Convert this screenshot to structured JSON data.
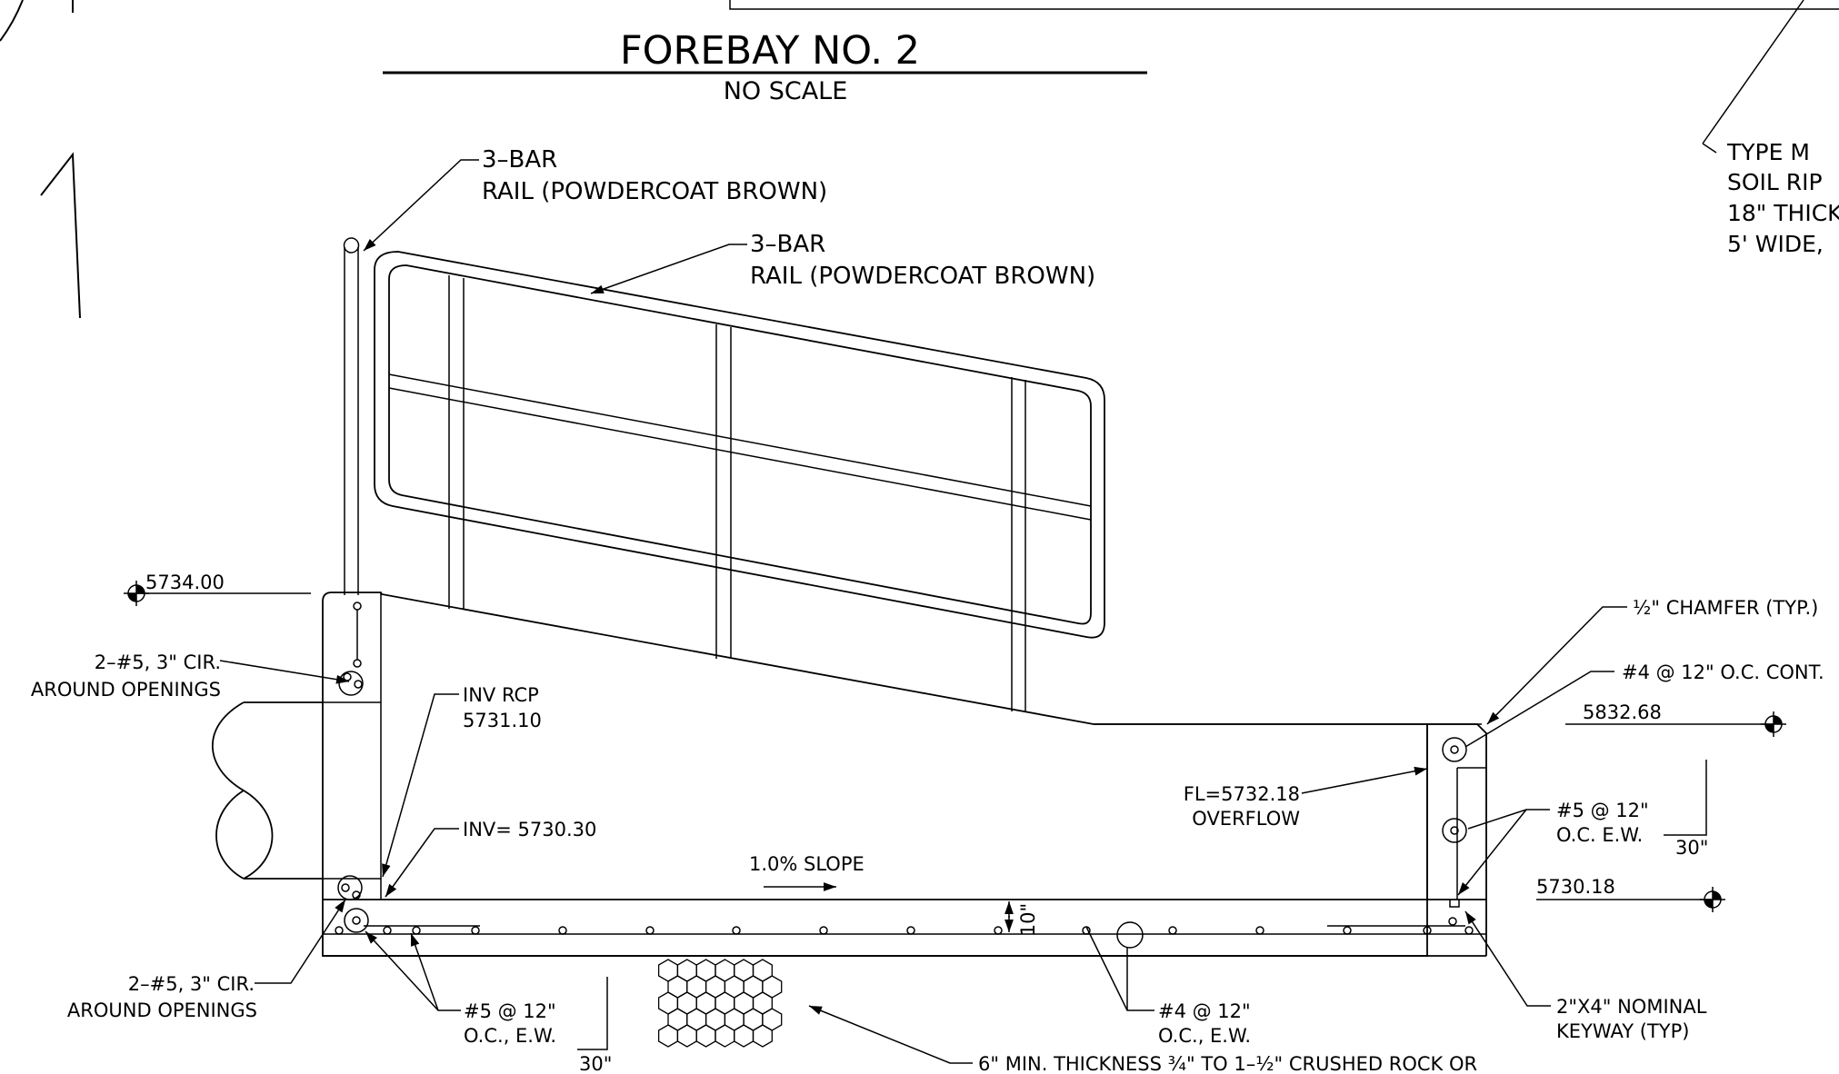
{
  "title": "FOREBAY NO. 2",
  "subtitle": "NO SCALE",
  "callouts": {
    "rail_1": [
      "3–BAR",
      "RAIL (POWDERCOAT BROWN)"
    ],
    "rail_2": [
      "3–BAR",
      "RAIL (POWDERCOAT BROWN)"
    ],
    "riprap": [
      "TYPE M",
      "SOIL RIP",
      "18\" THICK",
      "5' WIDE,"
    ],
    "elev_top": "5734.00",
    "cir_upper": [
      "2–#5, 3\" CIR.",
      "AROUND OPENINGS"
    ],
    "inv_rcp": [
      "INV RCP",
      "5731.10"
    ],
    "inv": "INV= 5730.30",
    "slope": "1.0% SLOPE",
    "slab_thickness": "10\"",
    "cir_lower": [
      "2–#5, 3\" CIR.",
      "AROUND OPENINGS"
    ],
    "bars_5": [
      "#5 @ 12\"",
      "O.C., E.W."
    ],
    "dim_30_left": "30\"",
    "bars_4_bottom": [
      "#4 @ 12\"",
      "O.C., E.W."
    ],
    "crushed_rock": "6\" MIN. THICKNESS ¾\" TO 1–½\" CRUSHED ROCK OR",
    "chamfer": "½\" CHAMFER (TYP.)",
    "bars_4_cont": "#4 @ 12\" O.C. CONT.",
    "elev_wall": "5832.68",
    "fl": [
      "FL=5732.18",
      "OVERFLOW"
    ],
    "bars_5_wall": [
      "#5 @ 12\"",
      "O.C. E.W."
    ],
    "dim_30_right": "30\"",
    "elev_floor": "5730.18",
    "keyway": [
      "2\"X4\" NOMINAL",
      "KEYWAY (TYP)"
    ]
  }
}
